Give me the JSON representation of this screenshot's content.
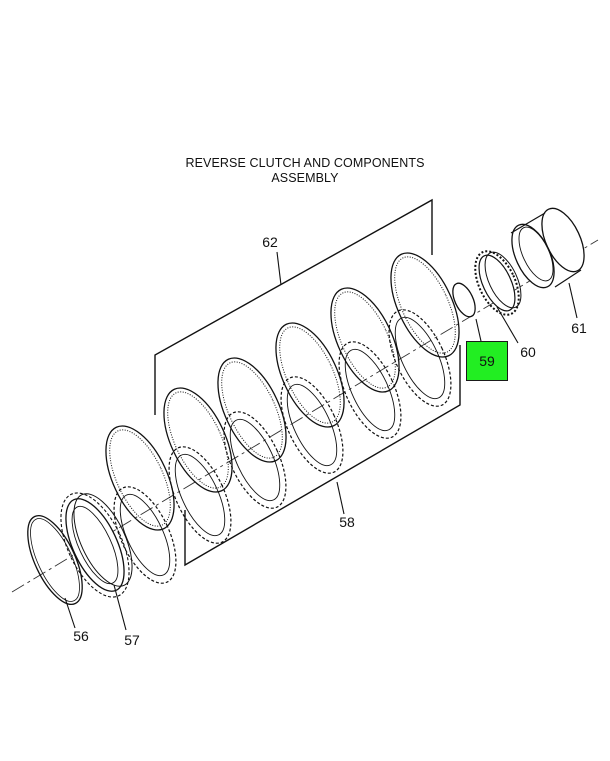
{
  "diagram": {
    "title_line1": "REVERSE CLUTCH AND COMPONENTS",
    "title_line2": "ASSEMBLY",
    "highlight_color": "#22ee22",
    "callouts": {
      "c56": "56",
      "c57": "57",
      "c58": "58",
      "c59": "59",
      "c60": "60",
      "c61": "61",
      "c62": "62"
    },
    "highlighted_part": "59"
  }
}
